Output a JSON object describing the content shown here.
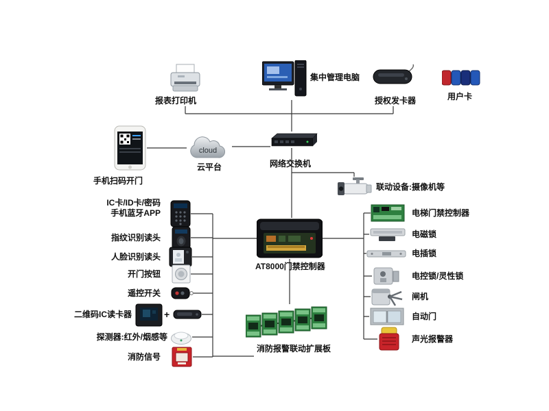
{
  "diagram": {
    "top": {
      "printer": "报表打印机",
      "computer": "集中管理电脑",
      "card_issuer": "授权发卡器",
      "user_card": "用户卡"
    },
    "network": {
      "phone": "手机扫码开门",
      "cloud_label": "云平台",
      "cloud_text": "cloud",
      "switch": "网络交换机",
      "camera": "联动设备:摄像机等"
    },
    "controller": {
      "label": "AT8000门禁控制器"
    },
    "left_devices": [
      {
        "label": "IC卡/ID卡/密码",
        "label2": "手机蓝牙APP"
      },
      {
        "label": "指纹识别读头"
      },
      {
        "label": "人脸识别读头"
      },
      {
        "label": "开门按钮"
      },
      {
        "label": "遥控开关"
      },
      {
        "label": "二维码IC读卡器",
        "plus": "+"
      },
      {
        "label": "探测器:红外/烟感等"
      },
      {
        "label": "消防信号"
      }
    ],
    "right_devices": [
      {
        "label": "电梯门禁控制器"
      },
      {
        "label": "电磁锁"
      },
      {
        "label": "电插锁"
      },
      {
        "label": "电控锁/灵性锁"
      },
      {
        "label": "闸机"
      },
      {
        "label": "自动门"
      },
      {
        "label": "声光报警器"
      }
    ],
    "expansion": "消防报警联动扩展板"
  }
}
